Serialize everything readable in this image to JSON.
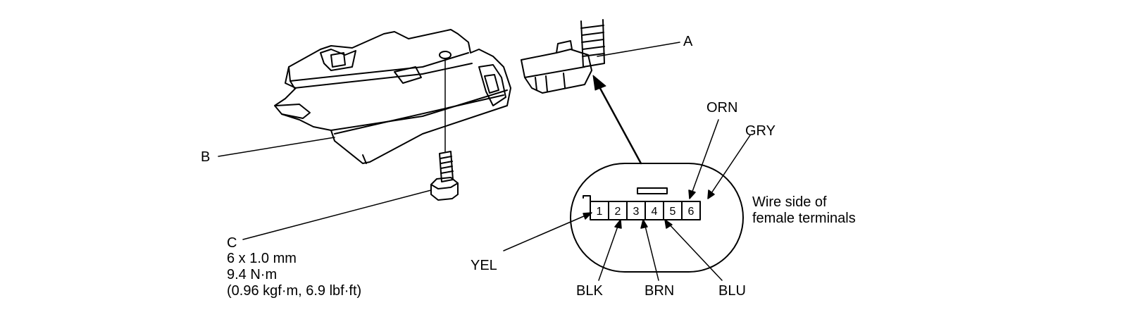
{
  "labels": {
    "A": "A",
    "B": "B",
    "C": "C",
    "bolt_size": "6 x 1.0 mm",
    "torque_nm": "9.4 N·m",
    "torque_alt": "(0.96 kgf·m, 6.9 lbf·ft)"
  },
  "connector": {
    "terminals": [
      "1",
      "2",
      "3",
      "4",
      "5",
      "6"
    ],
    "note_line1": "Wire side of",
    "note_line2": "female terminals",
    "wires": {
      "t1": "YEL",
      "t2": "BLK",
      "t3": "BRN",
      "t4": "BLU",
      "t5": "ORN",
      "t6": "GRY"
    }
  }
}
